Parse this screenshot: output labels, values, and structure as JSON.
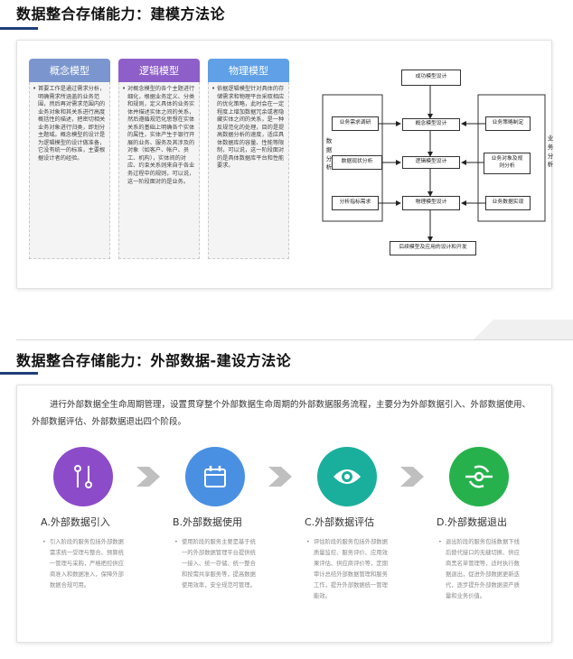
{
  "section1": {
    "title": "数据整合存储能力：建模方法论",
    "columns": [
      {
        "heading": "概念模型",
        "color": "#7b96cf",
        "text": "首要工作是通过需求分析，明确需求所涵盖的业务范围，然后再对需求范围内的业务对象和其关系进行高度概括性的描述，把密切相关业务对象进行归类，即划分主题域。概念模型的设计是为逻辑模型的设计做准备，它没有统一的标准，主要根据设计者的经验。"
      },
      {
        "heading": "逻辑模型",
        "color": "#8e5fc9",
        "text": "对概念模型的各个主题进行细化，根据业务定义、分类和规则，定义具体的业务实体并描述实体之间的关系，然后遵循规范化思想在实体关系的基础上明确各个实体的属性，实体产生于银行开展的业务、服务及其涉及的对象（如客户、帐户、员工、机构），实体间的对应、约束关系则来自于各业务过程中的规则，可以说，这一阶段面对的是业务。"
      },
      {
        "heading": "物理模型",
        "color": "#5fa0e6",
        "text": "依据逻辑模型针对具体的存储需求和物理平台采取相应的优化策略，此时会在一定程度上增加数据冗余或者隐藏实体之间的关系，是一种反规范化的处理，目的是提高数据分析的速度，适应具体数据库的容量、性能等限制，可以说，这一阶段面对的是具体数据库平台和性能要求。"
      }
    ],
    "flowchart": {
      "top": "成功模型设计",
      "center": [
        "概念模型设计",
        "逻辑模型设计",
        "物理模型设计"
      ],
      "left": [
        "业务需求调研",
        "数据现状分析",
        "分析指标需求"
      ],
      "right": [
        "业务策略制定",
        "业务对象及规则分析",
        "业务数据实现"
      ],
      "bottom": "后续模型及应用的设计和开发",
      "left_label": "数据分析",
      "right_label": "业务分析"
    }
  },
  "section2": {
    "title": "数据整合存储能力：外部数据-建设方法论",
    "intro": "进行外部数据全生命周期管理，设置贯穿整个外部数据生命周期的外部数据服务流程，主要分为外部数据引入、外部数据使用、外部数据评估、外部数据退出四个阶段。",
    "stages": [
      {
        "title": "A.外部数据引入",
        "icon": "route-icon",
        "color": "#8c4bc9",
        "text": "引入阶段的服务包括外部数据需求统一受理与整合、预算统一管理与采购，严格把控供应商准入和数据准入，保障外部数据合规可用。"
      },
      {
        "title": "B.外部数据使用",
        "icon": "calendar-icon",
        "color": "#4a90e2",
        "text": "使用阶段的服务主要是基于统一的外部数据管理平台提供统一接入、统一存储、统一整合和按需共享服务等，提高数据使用效率，安全规范可管理。"
      },
      {
        "title": "C.外部数据评估",
        "icon": "eye-icon",
        "color": "#1aaf9c",
        "text": "评估阶段的服务包括外部数据质量监控、服务评价、应用效果评估、供应商评价等，定期审计总结外部数据管理和服务工作，提升外部数据统一管理能效。"
      },
      {
        "title": "D.外部数据退出",
        "icon": "unplug-icon",
        "color": "#27b14c",
        "text": "退出阶段的服务包括数据下线后替代接口的无缝切换、供应商黑名单管理等，适时执行数据退出，促进外部数据更新迭代，逐步提升外部数据资产质量和业务价值。"
      }
    ]
  }
}
